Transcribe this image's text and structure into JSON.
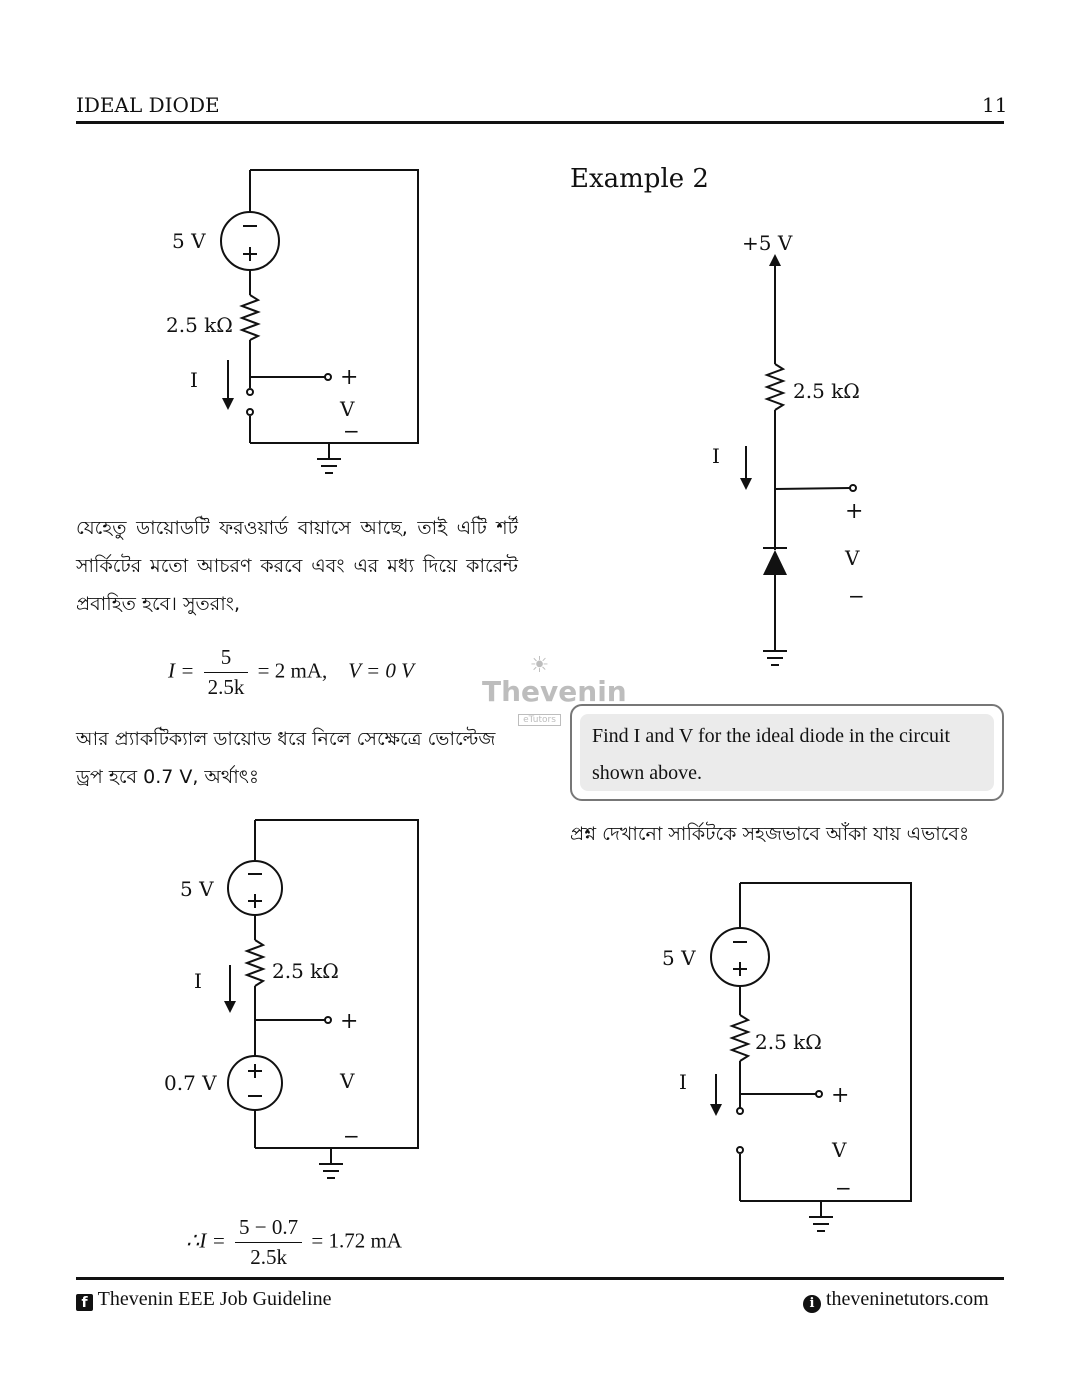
{
  "header": {
    "title": "IDEAL DIODE",
    "page_number": "11"
  },
  "circuit1": {
    "source": "5 V",
    "resistor": "2.5 kΩ",
    "current": "I",
    "plus": "+",
    "volt": "V",
    "minus": "−"
  },
  "para1": "যেহেতু ডায়োডটি ফরওয়ার্ড বায়াসে আছে, তাই এটি শর্ট সার্কিটের মতো আচরণ করবে এবং এর মধ্য দিয়ে কারেন্ট প্রবাহিত হবে। সুতরাং,",
  "eq1": {
    "lhs": "I =",
    "num": "5",
    "den": "2.5k",
    "rhs": "= 2 mA,",
    "v": "V = 0 V"
  },
  "para2": "আর প্র্যাকটিক্যাল ডায়োড ধরে নিলে সেক্ষেত্রে ভোল্টেজ ড্রপ হবে 0.7 V, অর্থাৎঃ",
  "circuit2": {
    "source": "5 V",
    "resistor": "2.5 kΩ",
    "current": "I",
    "plus": "+",
    "volt": "V",
    "minus": "−",
    "diode_source": "0.7 V"
  },
  "eq2": {
    "lhs": "∴I =",
    "num": "5 − 0.7",
    "den": "2.5k",
    "rhs": "= 1.72 mA"
  },
  "example": {
    "title": "Example 2",
    "supply": "+5 V",
    "resistor": "2.5 kΩ",
    "current": "I",
    "plus": "+",
    "volt": "V",
    "minus": "−",
    "problem": "Find I and V for the ideal diode in the circuit shown above."
  },
  "para3": "প্রশ্ন দেখানো সার্কিটকে সহজভাবে আঁকা যায় এভাবেঃ",
  "circuit3": {
    "source": "5 V",
    "resistor": "2.5 kΩ",
    "current": "I",
    "plus": "+",
    "volt": "V",
    "minus": "−"
  },
  "watermark": {
    "name": "Thevenin",
    "sub": "eTutors"
  },
  "footer": {
    "left": "Thevenin EEE Job Guideline",
    "right": "theveninetutors.com"
  }
}
